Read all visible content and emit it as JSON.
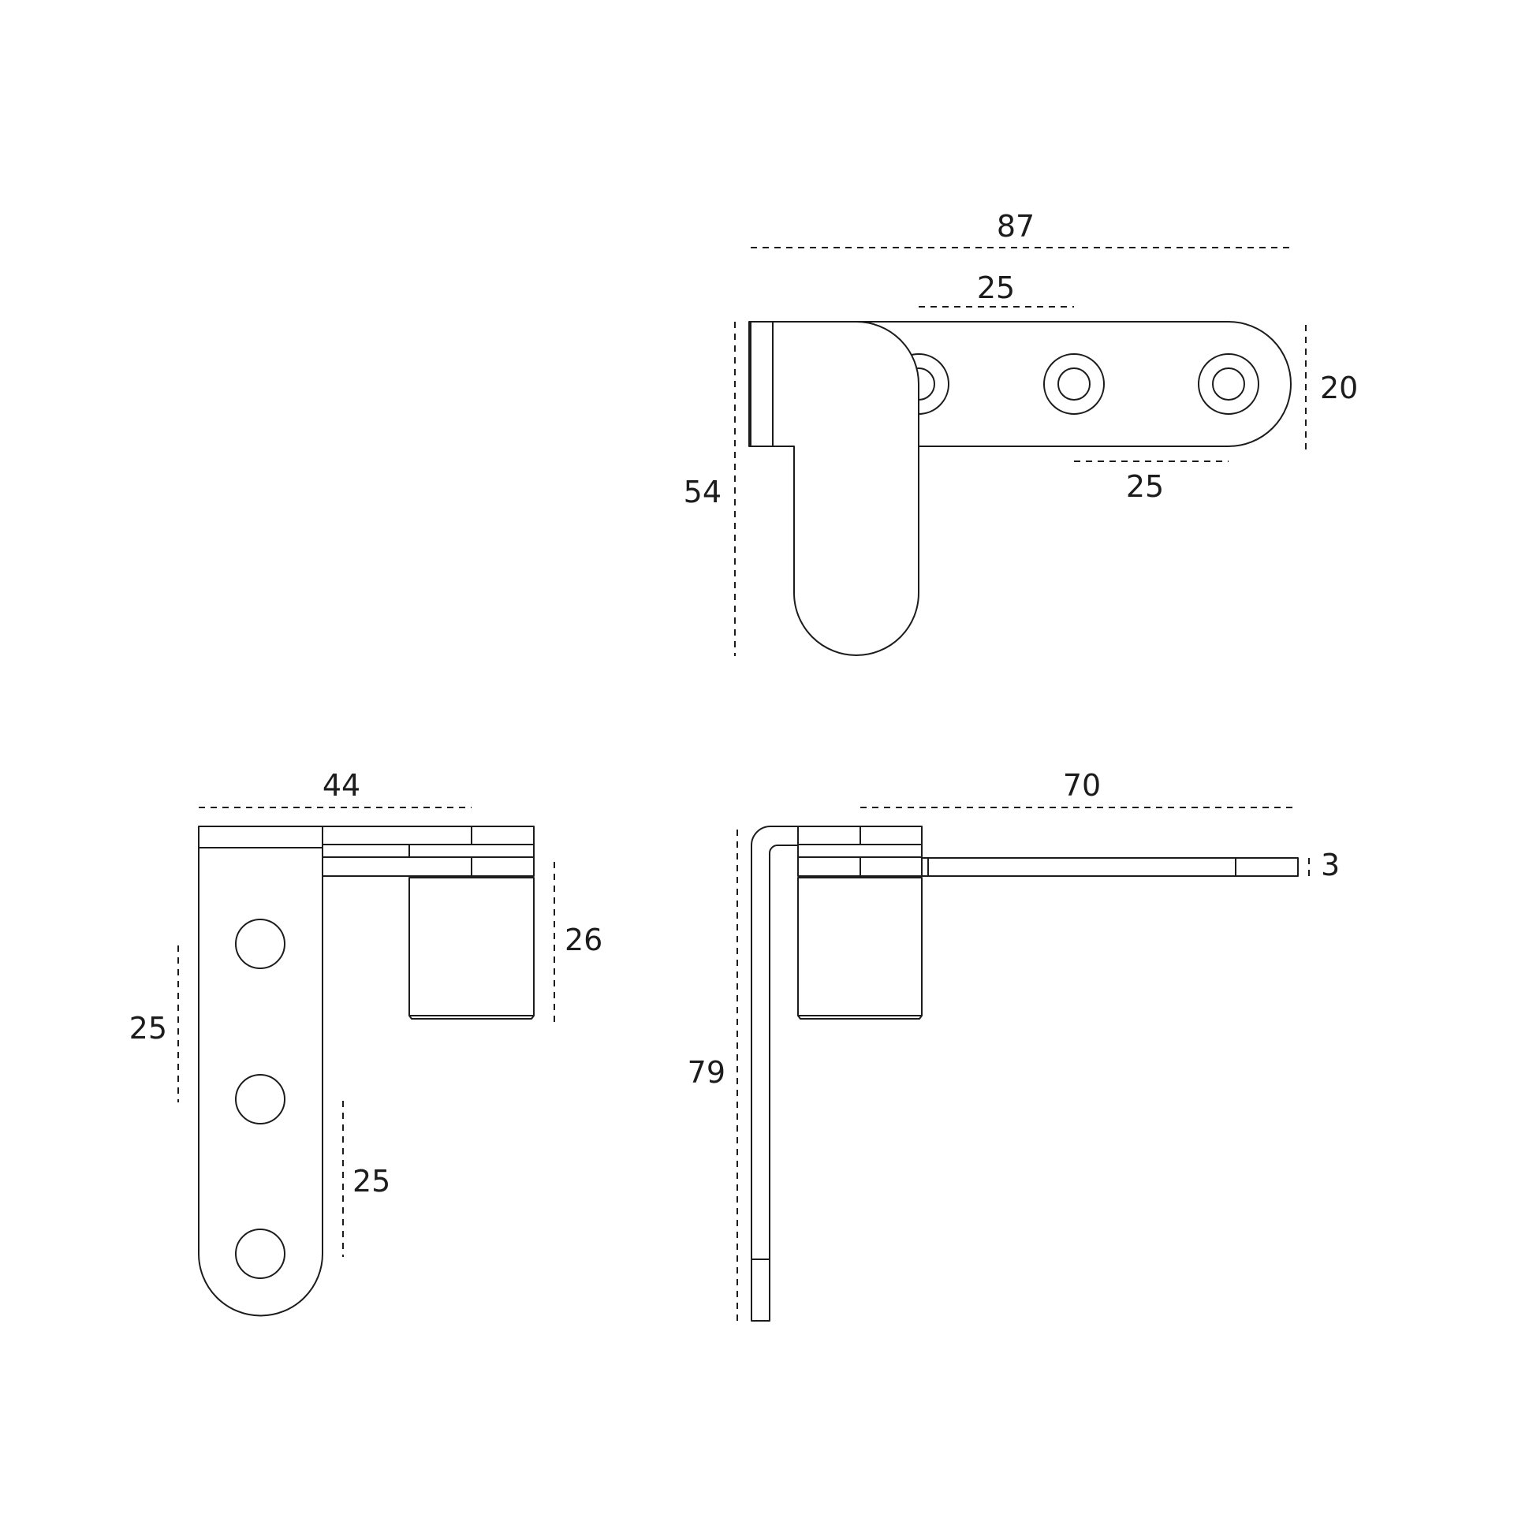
{
  "colors": {
    "background": "#ffffff",
    "ink": "#1c1c1c"
  },
  "views": {
    "top": {
      "overall_width": "87",
      "hole_spacing_1": "25",
      "hole_spacing_2": "25",
      "height": "20",
      "overall_depth": "54"
    },
    "side": {
      "overall_width": "44",
      "hole_spacing_1": "25",
      "hole_spacing_2": "25",
      "pivot_height": "26"
    },
    "front": {
      "arm_length": "70",
      "thickness": "3",
      "overall_height": "79"
    }
  }
}
